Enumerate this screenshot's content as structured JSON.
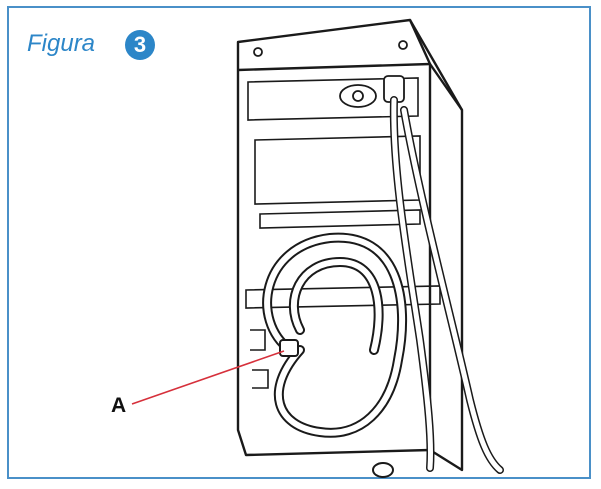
{
  "figure": {
    "title": "Figura",
    "number": "3",
    "accent_color": "#2c86c8",
    "frame_color": "#4a90c8"
  },
  "callouts": [
    {
      "label": "A",
      "line_color": "#d6303b"
    }
  ]
}
